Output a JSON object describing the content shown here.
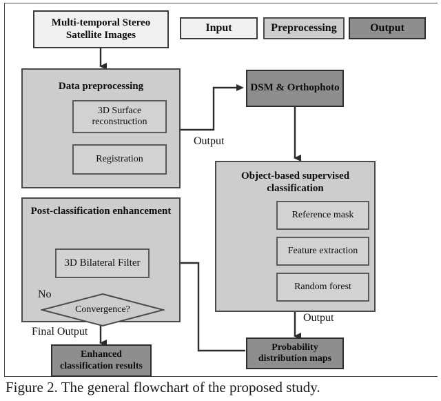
{
  "figure": {
    "caption": "Figure 2. The general flowchart of the proposed study.",
    "colors": {
      "input_fill": "#f1f1f1",
      "preprocessing_fill": "#cdcdcd",
      "output_fill": "#8e8e8e",
      "container_fill": "#cdcdcd",
      "sub_box_fill": "#d2d2d2",
      "stroke": "#3a3a3a",
      "page_background": "#ffffff"
    }
  },
  "legend": {
    "items": [
      {
        "label": "Input",
        "style": "input"
      },
      {
        "label": "Preprocessing",
        "style": "preprocessing"
      },
      {
        "label": "Output",
        "style": "output"
      }
    ]
  },
  "nodes": {
    "source": {
      "line1": "Multi-temporal Stereo",
      "line2": "Satellite Images",
      "style": "input"
    },
    "data_preprocessing": {
      "title": "Data preprocessing",
      "style": "preprocessing",
      "children": [
        {
          "line1": "3D Surface",
          "line2": "reconstruction"
        },
        {
          "line1": "Registration",
          "line2": ""
        }
      ]
    },
    "dsm_orthophoto": {
      "line1": "DSM & Orthophoto",
      "line2": "",
      "style": "output"
    },
    "classification": {
      "title_line1": "Object-based supervised",
      "title_line2": "classification",
      "style": "preprocessing",
      "children": [
        {
          "line1": "Reference mask",
          "line2": ""
        },
        {
          "line1": "Feature extraction",
          "line2": ""
        },
        {
          "line1": "Random forest",
          "line2": ""
        }
      ]
    },
    "probability_maps": {
      "line1": "Probability",
      "line2": "distribution maps",
      "style": "output"
    },
    "post_classification": {
      "title": "Post-classification enhancement",
      "style": "preprocessing",
      "children": [
        {
          "line1": "3D Bilateral Filter",
          "line2": ""
        }
      ],
      "decision": {
        "label": "Convergence?"
      }
    },
    "enhanced_results": {
      "line1": "Enhanced",
      "line2": "classification results",
      "style": "output"
    }
  },
  "edge_labels": {
    "output_left": "Output",
    "output_right": "Output",
    "no_branch": "No",
    "final_output": "Final Output"
  }
}
